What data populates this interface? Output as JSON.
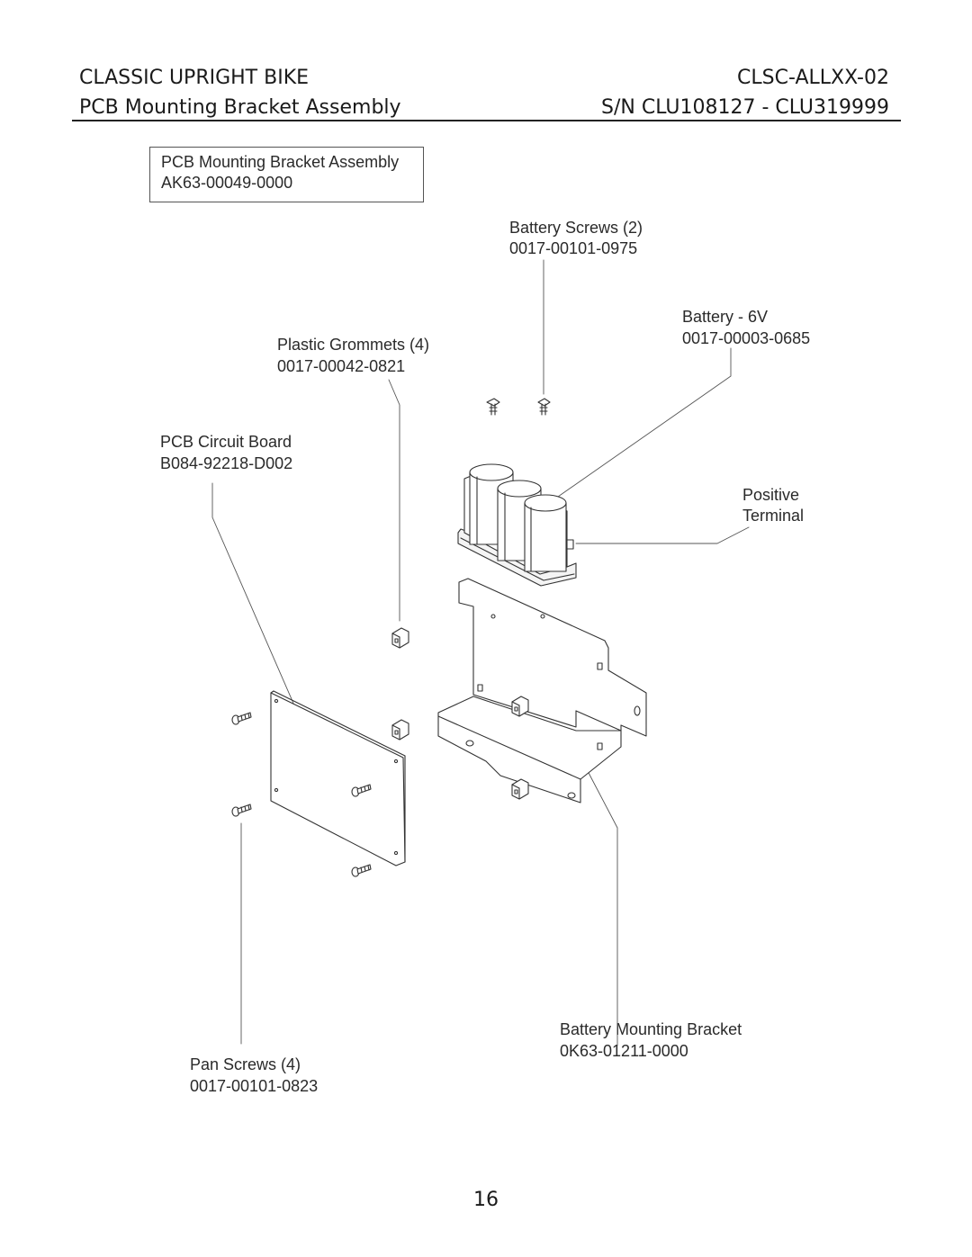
{
  "header": {
    "title": "CLASSIC UPRIGHT BIKE",
    "subtitle": "PCB Mounting Bracket Assembly",
    "model": "CLSC-ALLXX-02",
    "serial": "S/N CLU108127 - CLU319999"
  },
  "assembly_box": {
    "name": "PCB Mounting Bracket Assembly",
    "part_number": "AK63-00049-0000"
  },
  "callouts": {
    "battery_screws": {
      "name": "Battery Screws (2)",
      "part_number": "0017-00101-0975"
    },
    "battery": {
      "name": "Battery - 6V",
      "part_number": "0017-00003-0685"
    },
    "plastic_grommets": {
      "name": "Plastic Grommets (4)",
      "part_number": "0017-00042-0821"
    },
    "pcb_circuit_board": {
      "name": "PCB Circuit Board",
      "part_number": "B084-92218-D002"
    },
    "positive_terminal": {
      "line1": "Positive",
      "line2": "Terminal"
    },
    "battery_mounting_bracket": {
      "name": "Battery Mounting Bracket",
      "part_number": "0K63-01211-0000"
    },
    "pan_screws": {
      "name": "Pan Screws (4)",
      "part_number": "0017-00101-0823"
    }
  },
  "page_number": "16"
}
